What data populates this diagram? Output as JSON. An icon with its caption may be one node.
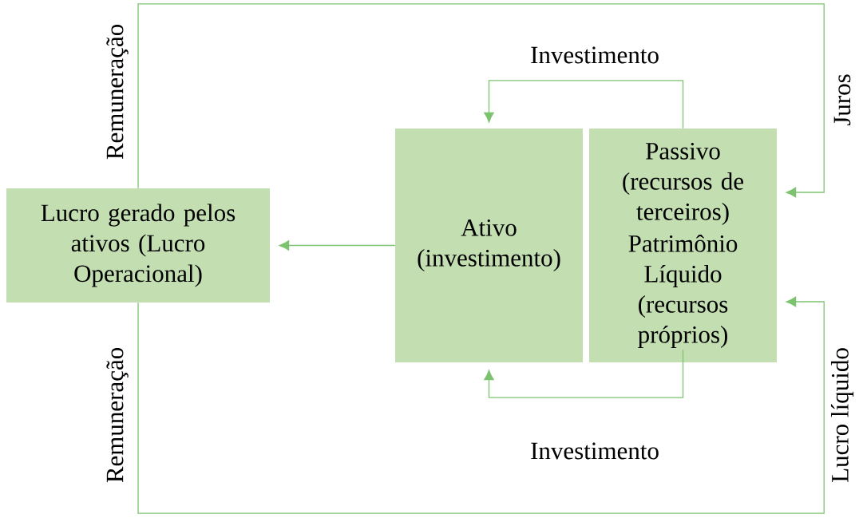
{
  "diagram": {
    "nodes": [
      {
        "text": [
          "Lucro gerado pelos ativos (Lucro Operacional)"
        ]
      },
      {
        "text": [
          "Ativo (investimento)"
        ]
      },
      {
        "text": [
          "Passivo (recursos de terceiros)",
          "Patrimônio Líquido (recursos próprios)"
        ]
      }
    ],
    "edges": [
      {
        "from": 1,
        "to": 0,
        "arrow": "to"
      },
      {
        "from": 2,
        "to": 1,
        "arrow": "to",
        "label": "Investimento"
      },
      {
        "from": 2,
        "to": 1,
        "arrow": "to",
        "label": "Investimento"
      },
      {
        "from": 0,
        "to": 2,
        "arrow": "to",
        "label": "Remuneração"
      },
      {
        "from": 0,
        "to": 2,
        "arrow": "to",
        "label": "Remuneração"
      }
    ],
    "labels": [
      "Juros",
      "Lucro líquido"
    ]
  }
}
